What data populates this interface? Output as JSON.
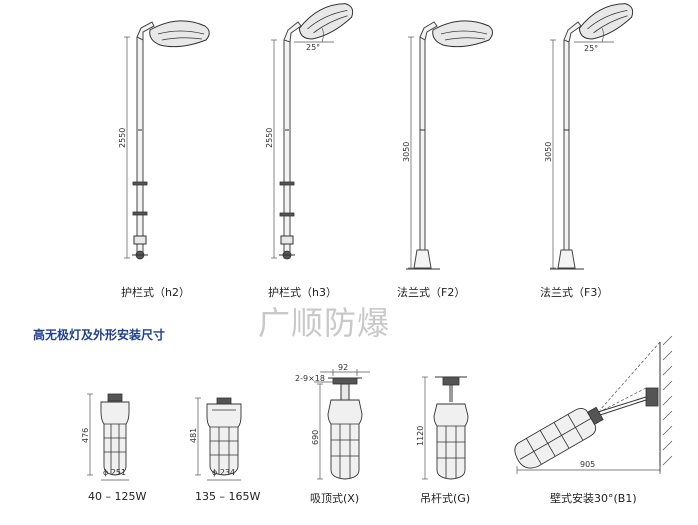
{
  "watermark": "广顺防爆",
  "section_heading": "高无极灯及外形安装尺寸",
  "poles": [
    {
      "caption": "护栏式（h2）",
      "height": "2550"
    },
    {
      "caption": "护栏式（h3）",
      "height": "2550",
      "angle": "25°"
    },
    {
      "caption": "法兰式（F2）",
      "height": "3050"
    },
    {
      "caption": "法兰式（F3）",
      "height": "3050",
      "angle": "25°"
    }
  ],
  "fixtures": [
    {
      "caption": "40 – 125W",
      "height": "476",
      "diameter": "ϕ 251"
    },
    {
      "caption": "135 – 165W",
      "height": "481",
      "diameter": "ϕ 234"
    },
    {
      "caption": "吸顶式(X)",
      "height": "690",
      "mount_hole": "2-9×18",
      "mount_width": "92"
    },
    {
      "caption": "吊杆式(G)",
      "height": "1120"
    },
    {
      "caption": "壁式安装30°(B1)",
      "length": "905"
    }
  ]
}
